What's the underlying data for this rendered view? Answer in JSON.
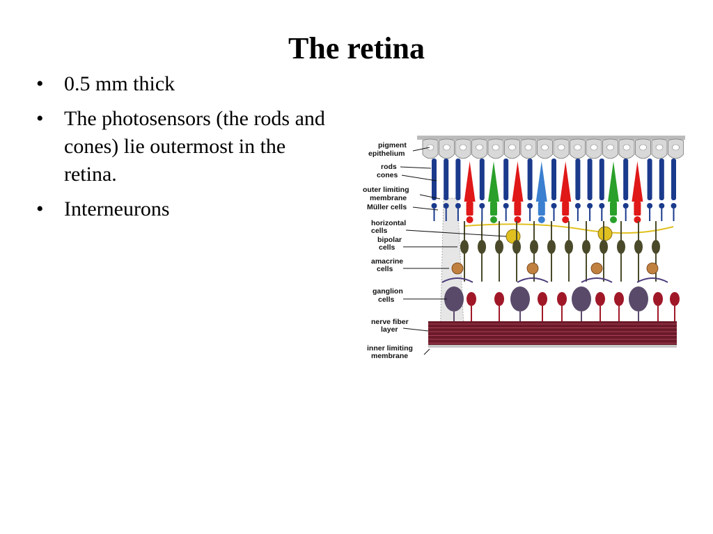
{
  "slide": {
    "title": "The retina",
    "bullets": [
      "0.5 mm thick",
      "The photosensors (the rods and cones) lie outermost in the retina.",
      "Interneurons"
    ]
  },
  "figure": {
    "labels": {
      "pigment_1": "pigment",
      "pigment_2": "epithelium",
      "rods": "rods",
      "cones": "cones",
      "olm_1": "outer limiting",
      "olm_2": "membrane",
      "muller": "Müller cells",
      "horizontal_1": "horizontal",
      "horizontal_2": "cells",
      "bipolar_1": "bipolar",
      "bipolar_2": "cells",
      "amacrine_1": "amacrine",
      "amacrine_2": "cells",
      "ganglion_1": "ganglion",
      "ganglion_2": "cells",
      "nerve_1": "nerve fiber",
      "nerve_2": "layer",
      "ilm_1": "inner limiting",
      "ilm_2": "membrane"
    },
    "colors": {
      "rod": "#1a3a8c",
      "cone_red": "#e01818",
      "cone_green": "#2aa02a",
      "cone_blue": "#3a7fd0",
      "horizontal": "#e0c020",
      "bipolar": "#4a4a2a",
      "amacrine": "#c08040",
      "ganglion": "#5a4a6a",
      "nerve_fiber": "#6a1a28",
      "pigment": "#d8d8d8"
    }
  }
}
